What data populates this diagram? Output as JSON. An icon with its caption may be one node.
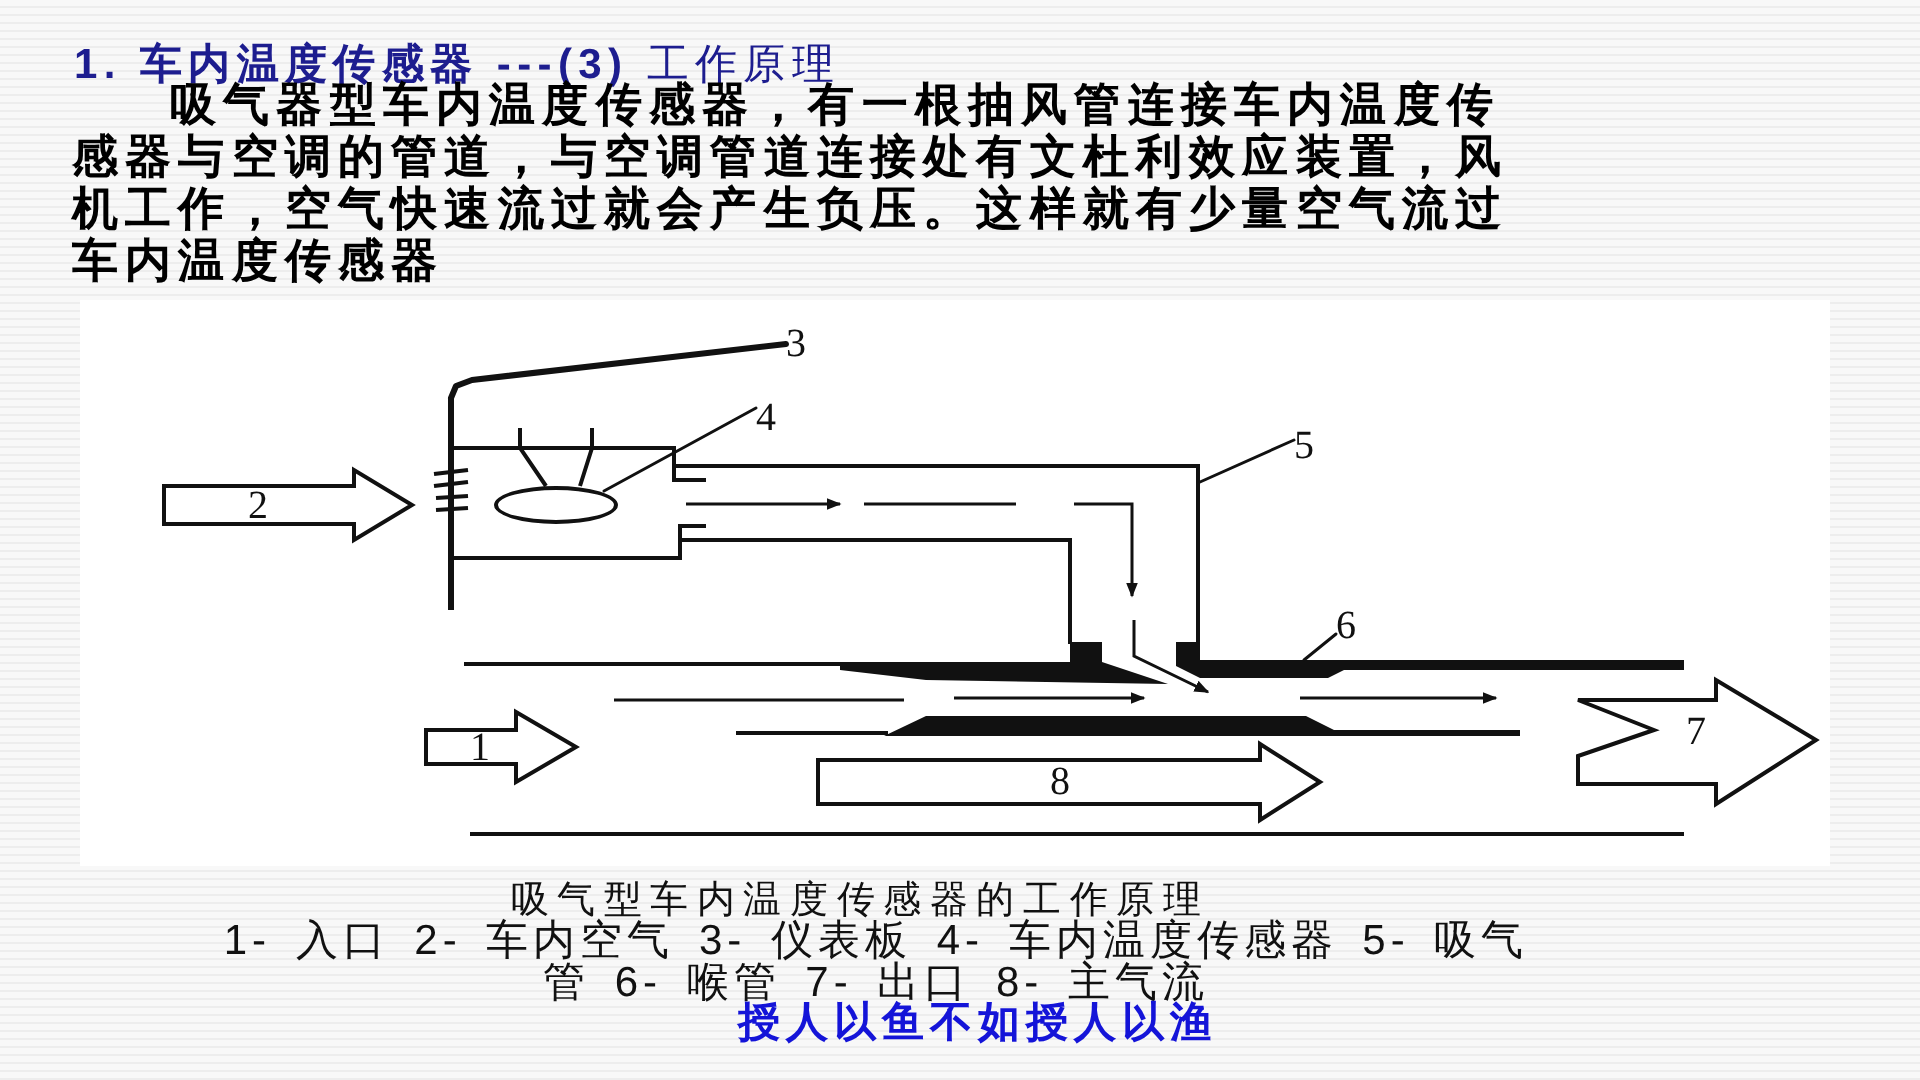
{
  "diagram": {
    "title": "**1. 车内温度传感器 ---(3)** 工作原理",
    "caption": "吸气型车内温度传感器的工作原理",
    "nodes": [
      {
        "text": [
          "3"
        ]
      },
      {
        "text": [],
        "shape": "bar"
      },
      {
        "text": [
          "4"
        ]
      },
      {
        "text": [],
        "shape": "ellipse"
      },
      {
        "text": [
          "5"
        ]
      },
      {
        "text": [
          "2"
        ]
      },
      {
        "text": [
          "6"
        ]
      },
      {
        "text": [
          "1"
        ]
      },
      {
        "text": [
          "8"
        ]
      },
      {
        "text": [
          "7"
        ]
      }
    ],
    "edges": [
      {
        "from": 0,
        "to": 1,
        "arrow": "none",
        "style": "thick"
      },
      {
        "from": 2,
        "to": 3,
        "arrow": "none"
      },
      {
        "from": 4,
        "to": null,
        "arrow": "none"
      },
      {
        "from": 6,
        "to": null,
        "arrow": "none"
      }
    ],
    "labels": [
      "吸气器型车内温度传感器，有一根抽风管连接车内温度传感器与空调的管道，与空调管道连接处有文杜利效应装置，风机工作，空气快速流过就会产生负压。这样就有少量空气流过车内温度传感器",
      "1- 入口 2- 车内空气 3- 仪表板 4- 车内温度传感器 5- 吸气管 6- 喉管 7- 出口 8- 主气流",
      "授人以鱼不如授人以渔"
    ]
  }
}
